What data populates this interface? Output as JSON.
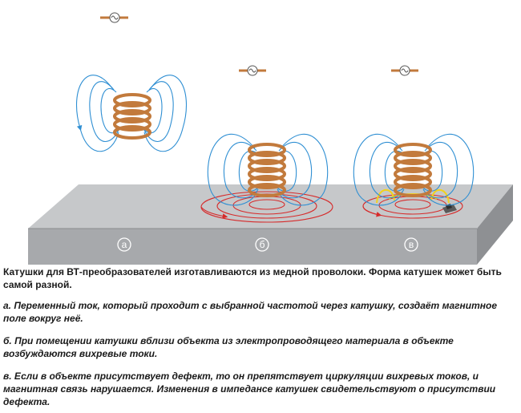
{
  "figure": {
    "labels": [
      "а",
      "б",
      "в"
    ],
    "colors": {
      "field_lines": "#2f8fd3",
      "eddy_currents": "#d62a2a",
      "defect_field": "#f2d21b",
      "coil_copper": "#c27a3c",
      "slab_front": "#a7a9ac",
      "slab_top": "#c6c8ca"
    },
    "icons": [
      "ac-source-icon",
      "coil-icon",
      "defect-icon"
    ]
  },
  "captions": {
    "main": "Катушки для ВТ-преобразователей изготавливаются из медной проволоки. Форма катушек может быть самой разной.",
    "a": "а. Переменный ток, который проходит с выбранной частотой через катушку, создаёт магнитное поле вокруг неё.",
    "b": "б. При помещении катушки вблизи объекта из электропроводящего материала в объекте возбуждаются вихревые токи.",
    "c": "в. Если в объекте присутствует дефект, то он препятствует циркуляции вихревых токов, и магнитная связь нарушается. Изменения в импедансе катушек свидетельствуют о присутствии дефекта."
  }
}
